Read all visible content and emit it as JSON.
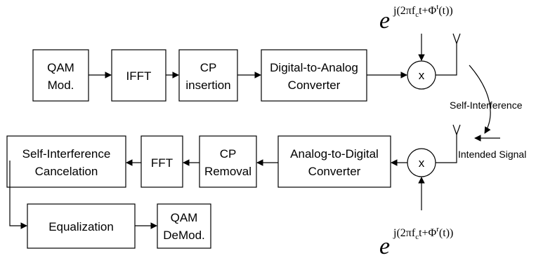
{
  "transmitter": {
    "qam_mod": [
      "QAM",
      "Mod."
    ],
    "ifft": "IFFT",
    "cp_insertion": [
      "CP",
      "insertion"
    ],
    "dac": [
      "Digital-to-Analog",
      "Converter"
    ],
    "mixer": "x",
    "lo_base": "e",
    "lo_exponent": "j(2πf",
    "lo_sub": "c",
    "lo_rest": "t+Φ",
    "lo_sup": "t",
    "lo_end": "(t))"
  },
  "receiver": {
    "adc": [
      "Analog-to-Digital",
      "Converter"
    ],
    "cp_removal": [
      "CP",
      "Removal"
    ],
    "fft": "FFT",
    "si_cancel": [
      "Self-Interference",
      "Cancelation"
    ],
    "equalization": "Equalization",
    "qam_demod": [
      "QAM",
      "DeMod."
    ],
    "mixer": "x",
    "lo_base": "e",
    "lo_exponent": "j(2πf",
    "lo_sub": "c",
    "lo_rest": "t+Φ",
    "lo_sup": "r",
    "lo_end": "(t))"
  },
  "labels": {
    "self_interference": "Self-Interference",
    "intended_signal": "Intended Signal"
  }
}
